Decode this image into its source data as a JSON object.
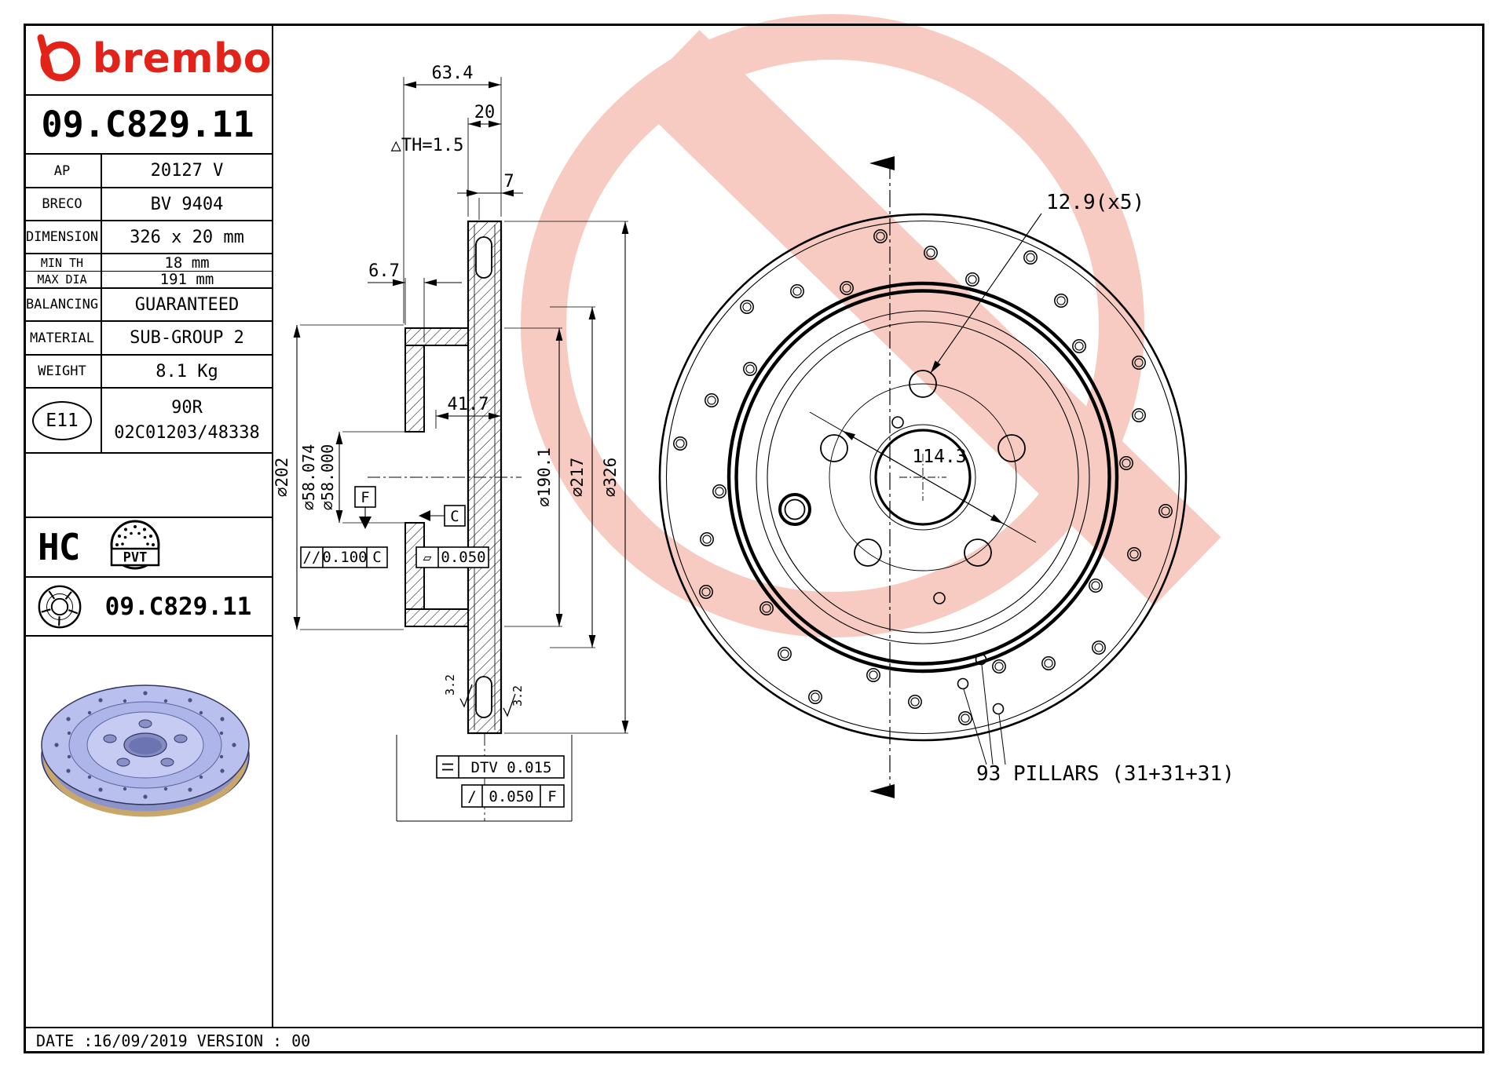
{
  "header": {
    "logo_text": "brembo",
    "part_number": "09.C829.11"
  },
  "spec_table": {
    "rows": [
      {
        "label": "AP",
        "value": "20127 V"
      },
      {
        "label": "BRECO",
        "value": "BV 9404"
      },
      {
        "label": "DIMENSION",
        "value": "326 x 20 mm"
      },
      {
        "label": "MIN TH",
        "value": "18 mm"
      },
      {
        "label": "MAX DIA",
        "value": "191 mm"
      },
      {
        "label": "BALANCING",
        "value": "GUARANTEED"
      },
      {
        "label": "MATERIAL",
        "value": "SUB-GROUP 2"
      },
      {
        "label": "WEIGHT",
        "value": "8.1 Kg"
      }
    ]
  },
  "homologation": {
    "badge": "E11",
    "line1": "90R",
    "line2": "02C01203/48338"
  },
  "badges": {
    "hc": "HC",
    "pvt": "PVT"
  },
  "disc_row": {
    "part_number": "09.C829.11"
  },
  "footer": {
    "text": "DATE :16/09/2019 VERSION : 00"
  },
  "section_view": {
    "width_total": "63.4",
    "thickness": "20",
    "min_th": "△TH=1.5",
    "chamfer": "7",
    "hat_wall": "6.7",
    "hat_depth": "41.7",
    "dia_hat_outer": "⌀202",
    "dia_bore_max": "⌀58.074",
    "dia_bore_min": "⌀58.000",
    "dia_friction_inner": "⌀190.1",
    "dia_flange": "⌀217",
    "dia_outer": "⌀326",
    "datum_f": "F",
    "datum_c": "C",
    "parallelism": {
      "symbol": "//",
      "value": "0.100",
      "datum": "C"
    },
    "flatness": {
      "symbol": "▱",
      "value": "0.050"
    },
    "dtv": {
      "label": "DTV 0.015"
    },
    "runout": {
      "symbol": "/",
      "value": "0.050",
      "datum": "F"
    },
    "roughness": "3.2"
  },
  "front_view": {
    "bolt_holes": "12.9(x5)",
    "pcd": "114.3",
    "pillars": "93 PILLARS (31+31+31)"
  },
  "colors": {
    "brand_red": "#e2231a",
    "watermark": "#f7cbc1"
  }
}
